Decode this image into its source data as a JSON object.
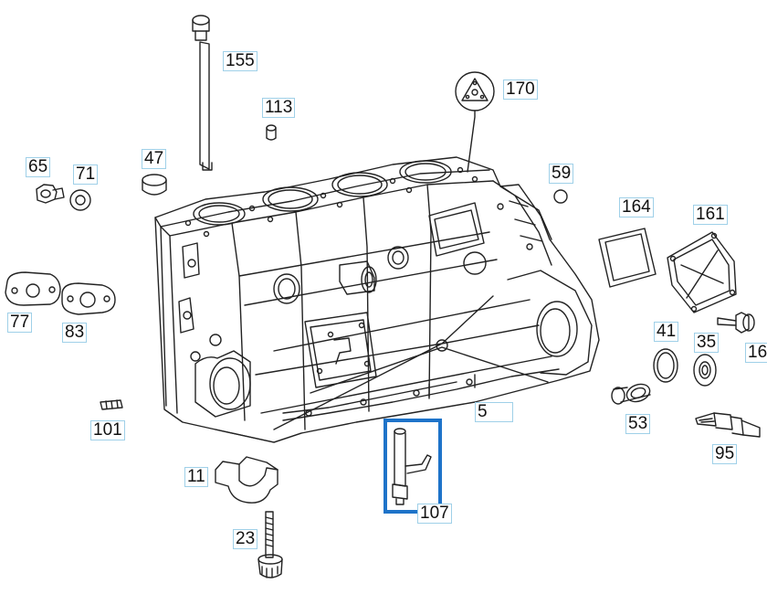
{
  "callouts": {
    "c155": "155",
    "c113": "113",
    "c170": "170",
    "c65": "65",
    "c71": "71",
    "c47": "47",
    "c59": "59",
    "c164": "164",
    "c161": "161",
    "c77": "77",
    "c83": "83",
    "c41": "41",
    "c35": "35",
    "c16": "16",
    "c5": "5",
    "c53": "53",
    "c101": "101",
    "c11": "11",
    "c107": "107",
    "c95": "95",
    "c23": "23"
  },
  "highlight": {
    "part": "107",
    "color": "#1e73c9"
  },
  "line_color": "#222222"
}
